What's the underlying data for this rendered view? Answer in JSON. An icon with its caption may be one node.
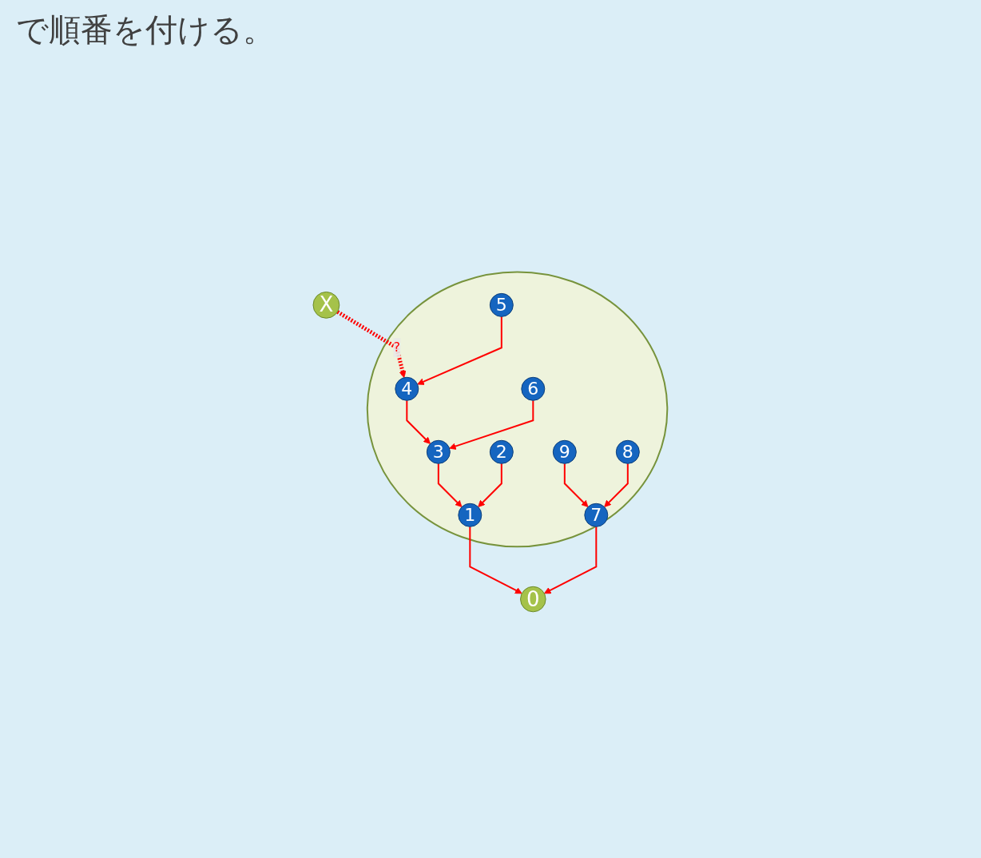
{
  "diagram": {
    "nodes": [
      {
        "text": [
          "X"
        ]
      },
      {
        "text": [],
        "shape": "ellipse"
      },
      {
        "text": [
          "5"
        ],
        "in": 1
      },
      {
        "text": [
          "9"
        ],
        "in": 1
      },
      {
        "text": [
          "6"
        ],
        "in": 1
      },
      {
        "text": [
          "4"
        ],
        "in": 1
      },
      {
        "text": [
          "8"
        ],
        "in": 1
      },
      {
        "text": [
          "3"
        ],
        "in": 1
      },
      {
        "text": [
          "7"
        ],
        "in": 1
      },
      {
        "text": [
          "1"
        ],
        "in": 1
      },
      {
        "text": [
          "2"
        ],
        "in": 1
      },
      {
        "text": [
          "0"
        ]
      }
    ],
    "edges": [
      {
        "from": 0,
        "to": 5,
        "arrow": "to",
        "label": "?",
        "style": "dashed"
      },
      {
        "from": 2,
        "to": 5,
        "arrow": "to"
      },
      {
        "from": 5,
        "to": 7,
        "arrow": "to"
      },
      {
        "from": 4,
        "to": 7,
        "arrow": "to"
      },
      {
        "from": 7,
        "to": 9,
        "arrow": "to"
      },
      {
        "from": 10,
        "to": 9,
        "arrow": "to"
      },
      {
        "from": 9,
        "to": 11,
        "arrow": "to"
      },
      {
        "from": 3,
        "to": 8,
        "arrow": "to"
      },
      {
        "from": 6,
        "to": 8,
        "arrow": "to"
      },
      {
        "from": 8,
        "to": 11,
        "arrow": "to"
      }
    ],
    "labels": [
      "で順番を付ける。"
    ]
  }
}
